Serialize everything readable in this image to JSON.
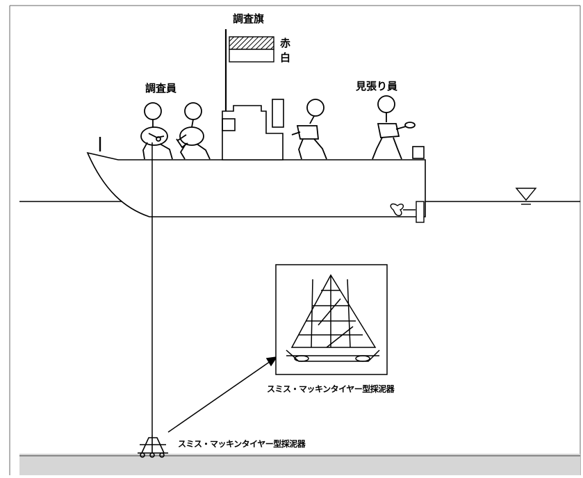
{
  "labels": {
    "flag": "調査旗",
    "flag_red": "赤",
    "flag_white": "白",
    "surveyors": "調査員",
    "lookout": "見張り員",
    "sampler_inset": "スミス・マッキンタイヤー型採泥器",
    "sampler_seabed": "スミス・マッキンタイヤー型採泥器"
  }
}
